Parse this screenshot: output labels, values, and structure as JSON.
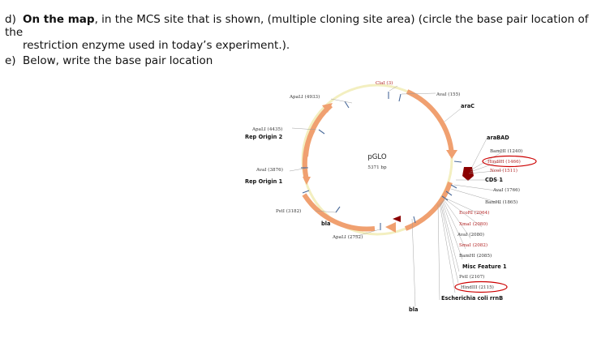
{
  "questions": {
    "d": {
      "label": "d)",
      "bold": "On the map",
      "text1": ", in the MCS site that is shown, (multiple cloning site area) (circle the base pair location of the",
      "text2": "restriction enzyme used in today’s experiment.)."
    },
    "e": {
      "label": "e)",
      "text": "Below, write the base pair location"
    }
  },
  "plasmid": {
    "name": "pGLO",
    "size": "5371 bp",
    "labels": {
      "clai": "ClaI (3)",
      "aval_155": "AvaI (155)",
      "arac": "araC",
      "apali_4933": "ApaLI (4933)",
      "apali_4435": "ApaLI (4435)",
      "rep_origin_2": "Rep Origin 2",
      "arabad": "araBAD",
      "bamhi_1240": "BamHI (1240)",
      "hindiii_1466": "HindIII (1466)",
      "ncoi_1511": "NcoI (1511)",
      "cds1": "CDS 1",
      "aval_3876": "AvaI (3876)",
      "rep_origin_1": "Rep Origin 1",
      "aval_1766": "AvaI (1766)",
      "bamhi_1865": "BamHI (1865)",
      "ecori_2064": "EcoRI (2064)",
      "psti_3182": "PstI (3182)",
      "xmai_2080": "XmaI (2080)",
      "bla_left": "bla",
      "aval_2080": "AvaI (2080)",
      "apali_2752": "ApaLI (2752)",
      "smai_2082": "SmaI (2082)",
      "bamhi_2085": "BamHI (2085)",
      "misc_feature_1": "Misc Feature 1",
      "psti_2107": "PstI (2107)",
      "hindiii_2115": "HindIII (2115)",
      "ecoli_rrnb": "Escherichia coli rrnB",
      "bla_bottom": "bla"
    }
  },
  "colors": {
    "feature": "#f0a070",
    "backbone": "#f3efc0",
    "tick": "#4a6a9a",
    "highlight": "#cc0000",
    "gfp_arrow": "#8b0000"
  }
}
